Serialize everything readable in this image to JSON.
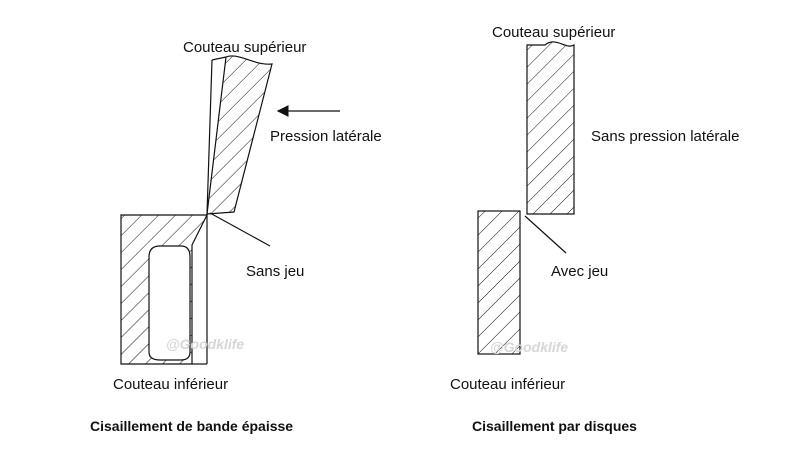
{
  "left_diagram": {
    "upper_knife_label": "Couteau supérieur",
    "pressure_label": "Pression latérale",
    "gap_label": "Sans jeu",
    "lower_knife_label": "Couteau inférieur",
    "caption": "Cisaillement de bande épaisse",
    "watermark": "@Goodklife"
  },
  "right_diagram": {
    "upper_knife_label": "Couteau supérieur",
    "pressure_label": "Sans pression latérale",
    "gap_label": "Avec jeu",
    "lower_knife_label": "Couteau inférieur",
    "caption": "Cisaillement par disques",
    "watermark": "@Goodklife"
  },
  "colors": {
    "stroke": "#111111",
    "watermark": "#d6d6d6"
  }
}
